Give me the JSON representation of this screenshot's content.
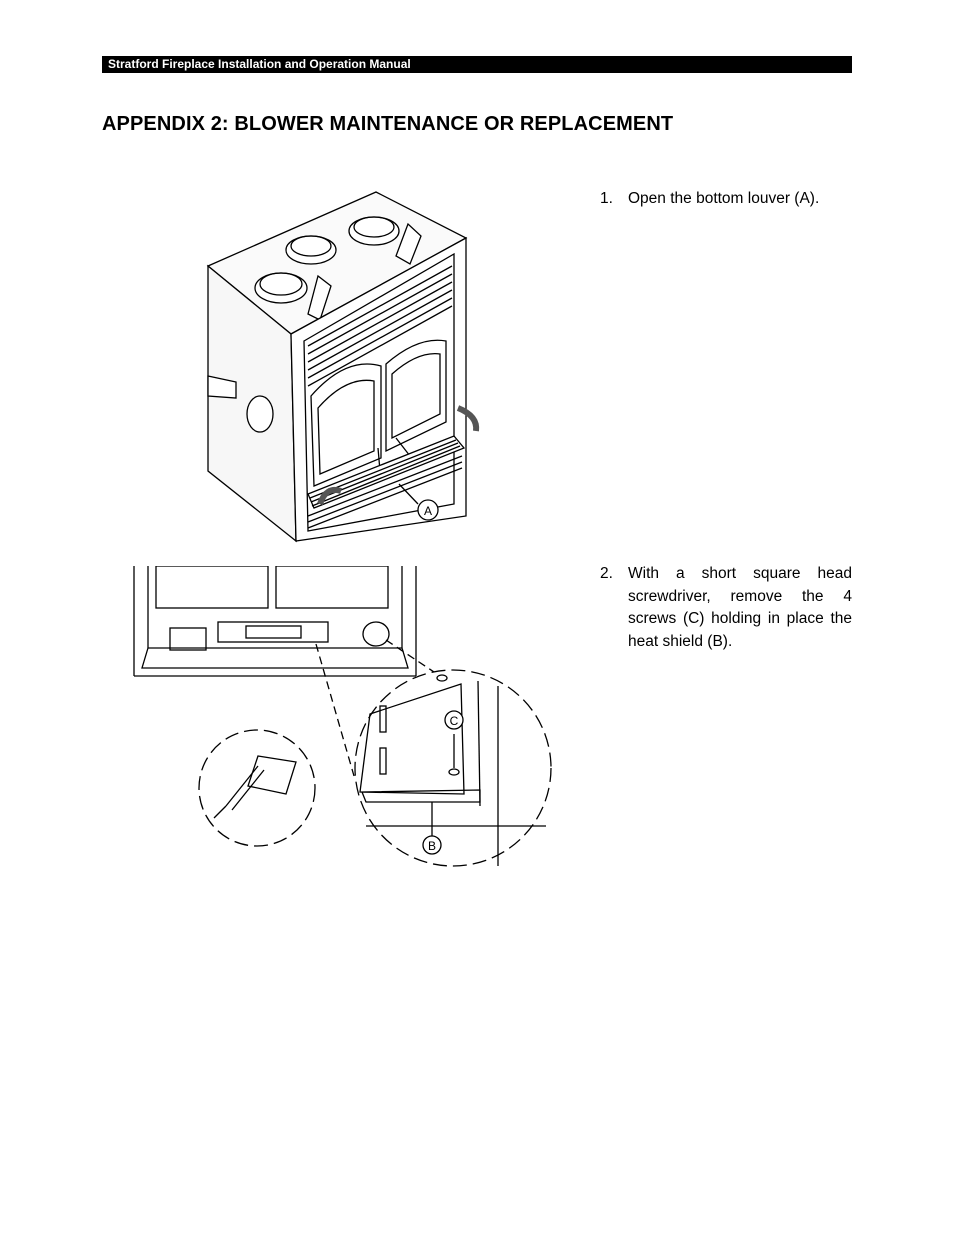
{
  "header": {
    "text": "Stratford Fireplace Installation and Operation Manual"
  },
  "title": "APPENDIX 2: BLOWER MAINTENANCE OR REPLACEMENT",
  "steps": [
    {
      "number": "1.",
      "text": "Open the bottom louver (A)."
    },
    {
      "number": "2.",
      "text": "With a short square head screwdriver, remove the 4 screws (C) holding in place the heat shield (B)."
    }
  ],
  "figures": {
    "fireplace": {
      "callout": "A"
    },
    "detail": {
      "callouts": [
        "C",
        "B"
      ]
    }
  }
}
